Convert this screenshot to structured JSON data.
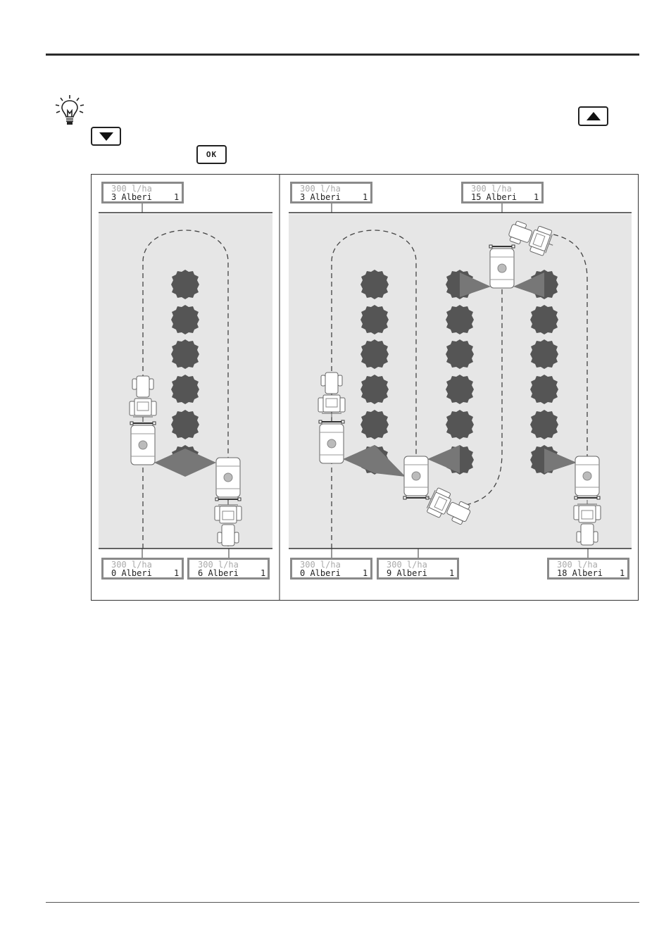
{
  "buttons": {
    "ok_label": "OK"
  },
  "icons": {
    "tip": "lightbulb-icon",
    "up": "arrow-up-icon",
    "down": "arrow-down-icon"
  },
  "colors": {
    "field": "#e6e6e6",
    "tree": "#555555",
    "display_border": "#8a8a8a"
  },
  "left_panel": {
    "top_display": {
      "line1": "300 l/ha",
      "line2": "3 Alberi",
      "row": "1"
    },
    "bottom_displays": [
      {
        "line1": "300 l/ha",
        "line2": "0 Alberi",
        "row": "1"
      },
      {
        "line1": "300 l/ha",
        "line2": "6 Alberi",
        "row": "1"
      }
    ]
  },
  "right_panel": {
    "top_displays": [
      {
        "line1": "300 l/ha",
        "line2": "3 Alberi",
        "row": "1"
      },
      {
        "line1": "300 l/ha",
        "line2": "15 Alberi",
        "row": "1"
      }
    ],
    "bottom_displays": [
      {
        "line1": "300 l/ha",
        "line2": "0 Alberi",
        "row": "1"
      },
      {
        "line1": "300 l/ha",
        "line2": "9 Alberi",
        "row": "1"
      },
      {
        "line1": "300 l/ha",
        "line2": "18 Alberi",
        "row": "1"
      }
    ]
  }
}
